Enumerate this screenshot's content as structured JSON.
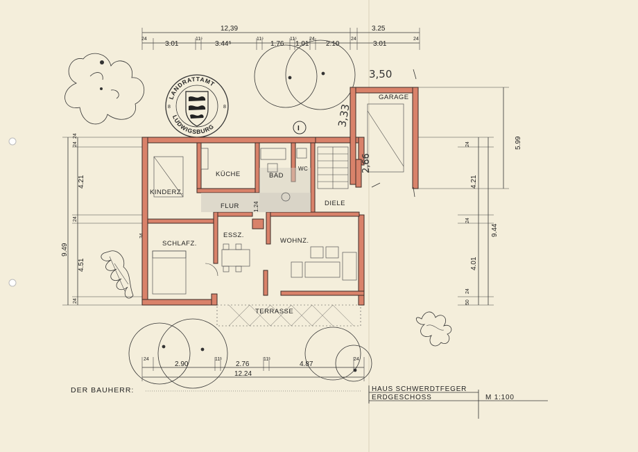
{
  "colors": {
    "paper": "#f4eedb",
    "wall": "#d9826a",
    "ink": "#333333"
  },
  "dims_top": {
    "total": "12,39",
    "garage": "3.25",
    "w24a": "24",
    "w11a": "11⁵",
    "w11b": "11⁵",
    "w11c": "11⁵",
    "w24b": "24",
    "w24c": "24",
    "w24d": "24",
    "seg1": "3.01",
    "seg2": "3.44⁵",
    "seg3": "1.76",
    "seg4": "1.01",
    "seg5": "2.10",
    "seg6": "3.01"
  },
  "dims_left": {
    "total": "9.49",
    "upper": "4.21",
    "lower": "4.51",
    "w24a": "24",
    "w24b": "24",
    "w24c": "24",
    "w24d": "24",
    "w34": "34"
  },
  "dims_right": {
    "garage_len": "5.99",
    "upper": "4.21",
    "total": "9.44",
    "lower": "4.01",
    "w24a": "24",
    "w24b": "24",
    "w24c": "24",
    "w50": "50"
  },
  "dims_bottom": {
    "total": "12.24",
    "seg1": "2.90",
    "seg2": "2.76",
    "seg3": "4.87",
    "w24a": "24",
    "w11a": "11⁵",
    "w11b": "11⁵",
    "w24b": "24"
  },
  "handwritten": {
    "garage_w": "3,50",
    "diag": "3,33",
    "garage_inner": "2,66"
  },
  "stamp": {
    "top": "LANDRATTAMT",
    "bottom": "LUDWIGSBURG",
    "n1": "8",
    "n2": "8"
  },
  "marker": "I",
  "rooms": {
    "garage": "GARAGE",
    "kueche": "KÜCHE",
    "bad": "BAD",
    "wc": "WC",
    "kinderz": "KINDERZ.",
    "flur": "FLUR",
    "flur_w": "1.24",
    "diele": "DIELE",
    "schlafz": "SCHLAFZ.",
    "essz": "ESSZ.",
    "wohnz": "WOHNZ.",
    "terrasse": "TERRASSE"
  },
  "title_block": {
    "bauherr": "DER BAUHERR:",
    "project": "HAUS SCHWERDTFEGER",
    "floor": "ERDGESCHOSS",
    "scale": "M 1:100"
  }
}
